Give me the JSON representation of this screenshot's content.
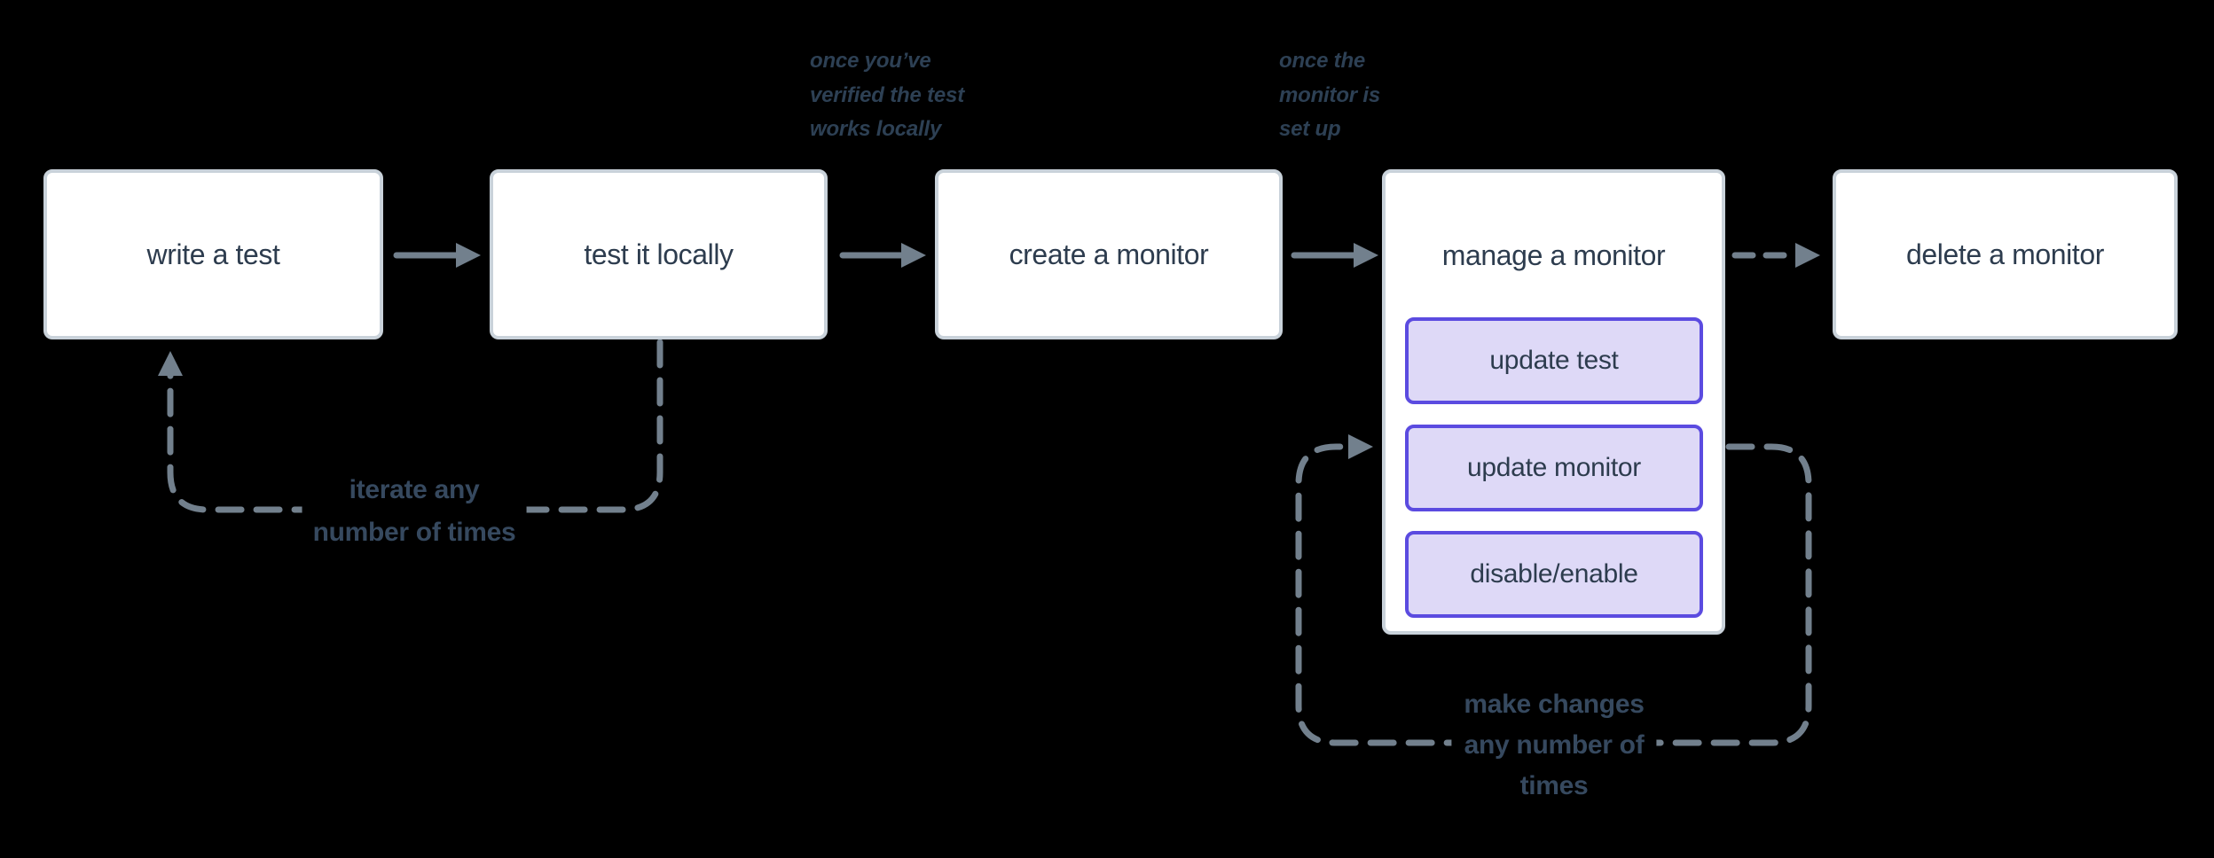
{
  "nodes": {
    "write_test": {
      "label": "write a test"
    },
    "test_locally": {
      "label": "test it locally"
    },
    "create_monitor": {
      "label": "create a monitor"
    },
    "manage_monitor": {
      "label": "manage a monitor",
      "actions": [
        "update test",
        "update monitor",
        "disable/enable"
      ]
    },
    "delete_monitor": {
      "label": "delete a monitor"
    }
  },
  "annotations": {
    "verified": {
      "lines": [
        "once you’ve",
        "verified the test",
        "works locally"
      ]
    },
    "setup": {
      "lines": [
        "once the",
        "monitor is",
        "set up"
      ]
    }
  },
  "loops": {
    "iterate": {
      "lines": [
        "iterate any",
        "number of times"
      ]
    },
    "changes": {
      "lines": [
        "make changes",
        "any number of",
        "times"
      ]
    }
  },
  "colors": {
    "background": "#000000",
    "node_fill": "#ffffff",
    "node_border": "#c9d2da",
    "node_text": "#2d3c4e",
    "action_fill": "#ded9f7",
    "action_border": "#5b4be0",
    "connector": "#72808d",
    "loop_label_text": "#36495f",
    "annotation_text": "#2d4054"
  }
}
